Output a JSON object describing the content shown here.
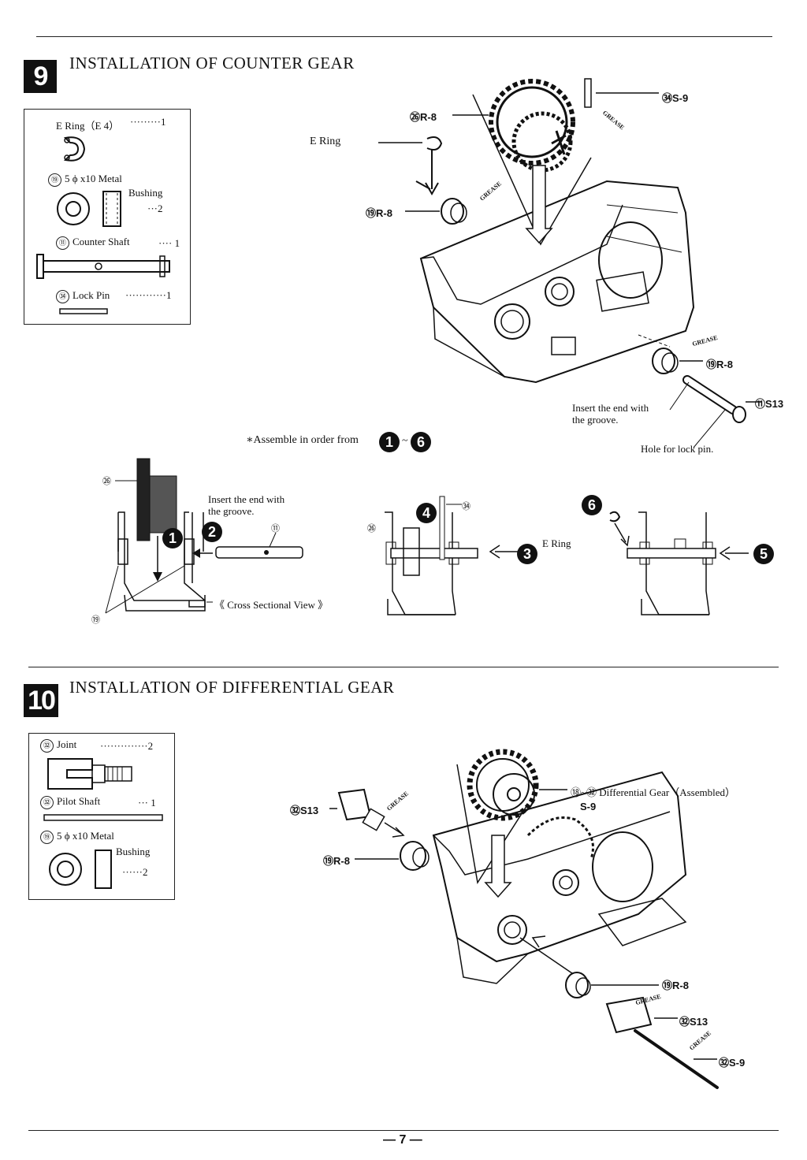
{
  "page_number": "— 7 —",
  "step9": {
    "number": "9",
    "title": "INSTALLATION OF COUNTER GEAR",
    "parts": {
      "e_ring": "E Ring（E 4）",
      "e_ring_qty": "·········1",
      "metal_bushing_num": "⑲",
      "metal_bushing": "5 ϕ x10 Metal",
      "bushing_word": "Bushing",
      "bushing_qty": "···2",
      "counter_shaft_num": "⑪",
      "counter_shaft": "Counter Shaft",
      "counter_shaft_qty": "···· 1",
      "lock_pin_num": "㉞",
      "lock_pin": "Lock Pin",
      "lock_pin_qty": "············1"
    },
    "labels": {
      "e_ring": "E Ring",
      "r8_gear": "㉖R-8",
      "s9": "㉞S-9",
      "r8_top": "⑲R-8",
      "r8_bottom": "⑲R-8",
      "s13": "⑪S13",
      "grease_1": "GREASE",
      "grease_2": "GREASE",
      "grease_3": "GREASE",
      "insert_line1": "Insert the end with",
      "insert_line2": "the groove.",
      "hole_lock_pin": "Hole for lock pin."
    },
    "assemble_note": "∗Assemble in order from",
    "assemble_from": "1",
    "assemble_tilde": "~",
    "assemble_to": "6",
    "cross": {
      "part56": "㉖",
      "part19": "⑲",
      "part71": "⑪",
      "part34": "㉞",
      "part56_b": "㉖",
      "step1": "1",
      "step2": "2",
      "step3": "3",
      "step4": "4",
      "step5": "5",
      "step6": "6",
      "insert_line1": "Insert the end with",
      "insert_line2": "the groove.",
      "cross_sectional": "《 Cross Sectional View 》",
      "e_ring": "E Ring"
    }
  },
  "step10": {
    "number": "10",
    "title": "INSTALLATION OF DIFFERENTIAL GEAR",
    "parts": {
      "joint_num": "㉜",
      "joint": "Joint",
      "joint_qty": "··············2",
      "pilot_num": "㉜",
      "pilot_shaft": "Pilot Shaft",
      "pilot_qty": "··· 1",
      "bushing_num": "⑲",
      "metal_bushing": "5 ϕ x10 Metal",
      "bushing_word": "Bushing",
      "bushing_qty": "······2"
    },
    "labels": {
      "s13_top": "㉜S13",
      "grease_1": "GREASE",
      "grease_2": "GREASE",
      "grease_3": "GREASE",
      "diff_gear": "⑱~㉜ Differential Gear（Assembled）",
      "s9_top": "S-9",
      "r8_top": "⑲R-8",
      "r8_bottom": "⑲R-8",
      "s13_bottom": "㉜S13",
      "s9_bottom": "㉜S-9"
    }
  }
}
